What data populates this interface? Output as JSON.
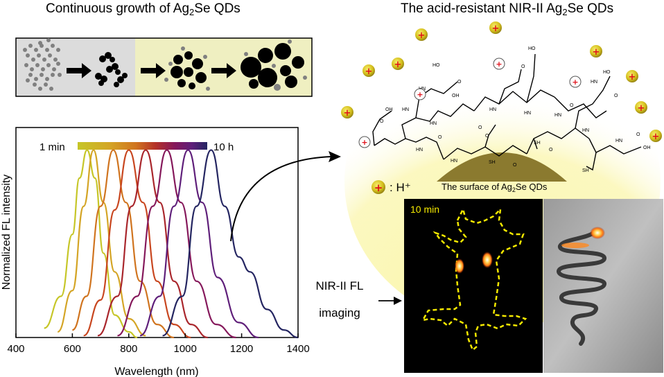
{
  "left_title": {
    "prefix": "Continuous growth of Ag",
    "sub": "2",
    "suffix": "Se QDs"
  },
  "right_title": {
    "prefix": "The acid-resistant NIR-II Ag",
    "sub": "2",
    "suffix": "Se QDs"
  },
  "legend_key": {
    "plus": "+",
    "label": ": H⁺"
  },
  "surface_label": {
    "prefix": "The surface of Ag",
    "sub": "2",
    "suffix": "Se QDs"
  },
  "imaging": {
    "time_label": "10 min",
    "arrow_label_line1": "NIR-II FL",
    "arrow_label_line2": "imaging"
  },
  "colors": {
    "accent_yellow": "#f5e900",
    "proton_ball": "#d4bf1c",
    "plus_red": "#e0101a",
    "surface": "#8b7a2f",
    "panel_grey": "#dcdcdc",
    "panel_yellow": "#efefc1"
  },
  "chart_data": {
    "type": "line",
    "xlabel": "Wavelength (nm)",
    "ylabel": "Normalized FL intensity",
    "xlim": [
      400,
      1400
    ],
    "ylim": [
      0,
      1.12
    ],
    "xticks": [
      "400",
      "600",
      "800",
      "1000",
      "1200",
      "1400"
    ],
    "colorbar": {
      "start_label": "1 min",
      "end_label": "10 h"
    },
    "series": [
      {
        "color": "#c6c628",
        "peak": 652,
        "values": [
          [
            500,
            0.05
          ],
          [
            560,
            0.22
          ],
          [
            600,
            0.55
          ],
          [
            625,
            0.85
          ],
          [
            652,
            1.0
          ],
          [
            680,
            0.85
          ],
          [
            710,
            0.45
          ],
          [
            750,
            0.12
          ],
          [
            800,
            0.03
          ],
          [
            830,
            0.0
          ]
        ]
      },
      {
        "color": "#d4a526",
        "peak": 675,
        "values": [
          [
            548,
            0.03
          ],
          [
            600,
            0.25
          ],
          [
            640,
            0.7
          ],
          [
            675,
            1.0
          ],
          [
            710,
            0.72
          ],
          [
            750,
            0.35
          ],
          [
            800,
            0.1
          ],
          [
            860,
            0.01
          ]
        ]
      },
      {
        "color": "#d0741f",
        "peak": 745,
        "values": [
          [
            600,
            0.04
          ],
          [
            650,
            0.22
          ],
          [
            700,
            0.7
          ],
          [
            745,
            1.0
          ],
          [
            790,
            0.72
          ],
          [
            840,
            0.3
          ],
          [
            900,
            0.07
          ],
          [
            960,
            0.0
          ]
        ]
      },
      {
        "color": "#c8461f",
        "peak": 800,
        "values": [
          [
            640,
            0.01
          ],
          [
            700,
            0.2
          ],
          [
            750,
            0.68
          ],
          [
            800,
            1.0
          ],
          [
            850,
            0.72
          ],
          [
            900,
            0.3
          ],
          [
            960,
            0.07
          ],
          [
            1020,
            0.0
          ]
        ]
      },
      {
        "color": "#a9262c",
        "peak": 860,
        "values": [
          [
            690,
            0.01
          ],
          [
            760,
            0.22
          ],
          [
            810,
            0.7
          ],
          [
            860,
            1.0
          ],
          [
            910,
            0.72
          ],
          [
            960,
            0.3
          ],
          [
            1020,
            0.07
          ],
          [
            1080,
            0.0
          ]
        ]
      },
      {
        "color": "#85185b",
        "peak": 935,
        "values": [
          [
            760,
            0.01
          ],
          [
            830,
            0.22
          ],
          [
            885,
            0.7
          ],
          [
            935,
            1.0
          ],
          [
            985,
            0.72
          ],
          [
            1040,
            0.3
          ],
          [
            1110,
            0.07
          ],
          [
            1180,
            0.0
          ]
        ]
      },
      {
        "color": "#5f1f7a",
        "peak": 1010,
        "values": [
          [
            840,
            0.01
          ],
          [
            910,
            0.22
          ],
          [
            960,
            0.7
          ],
          [
            1010,
            1.0
          ],
          [
            1060,
            0.72
          ],
          [
            1115,
            0.32
          ],
          [
            1190,
            0.08
          ],
          [
            1260,
            0.0
          ]
        ]
      },
      {
        "color": "#242561",
        "peak": 1092,
        "values": [
          [
            920,
            0.01
          ],
          [
            990,
            0.22
          ],
          [
            1040,
            0.7
          ],
          [
            1092,
            1.0
          ],
          [
            1140,
            0.7
          ],
          [
            1190,
            0.43
          ],
          [
            1230,
            0.35
          ],
          [
            1290,
            0.15
          ],
          [
            1350,
            0.04
          ],
          [
            1400,
            0.0
          ]
        ]
      }
    ]
  }
}
